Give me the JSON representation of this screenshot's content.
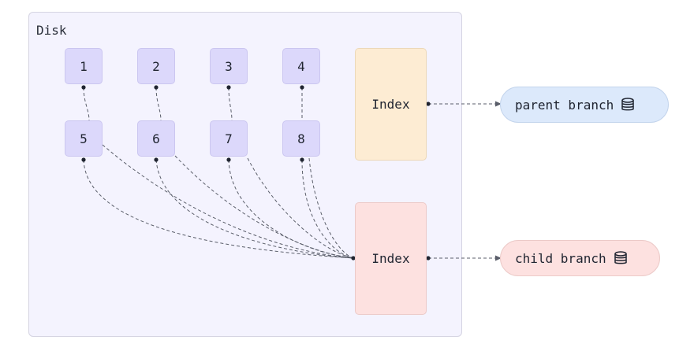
{
  "disk": {
    "label": "Disk"
  },
  "blocks": [
    "1",
    "2",
    "3",
    "4",
    "5",
    "6",
    "7",
    "8"
  ],
  "index": {
    "parent_label": "Index",
    "child_label": "Index"
  },
  "branches": {
    "parent": {
      "label": "parent branch",
      "color": "#dce9fb",
      "icon": "database-icon"
    },
    "child": {
      "label": "child branch",
      "color": "#fde1e0",
      "icon": "database-icon"
    }
  },
  "colors": {
    "disk_bg": "#f4f3fe",
    "block_bg": "#dcd8fb",
    "index_parent_bg": "#fdecd3",
    "index_child_bg": "#fde1e0",
    "connector": "#5a5e6a"
  }
}
